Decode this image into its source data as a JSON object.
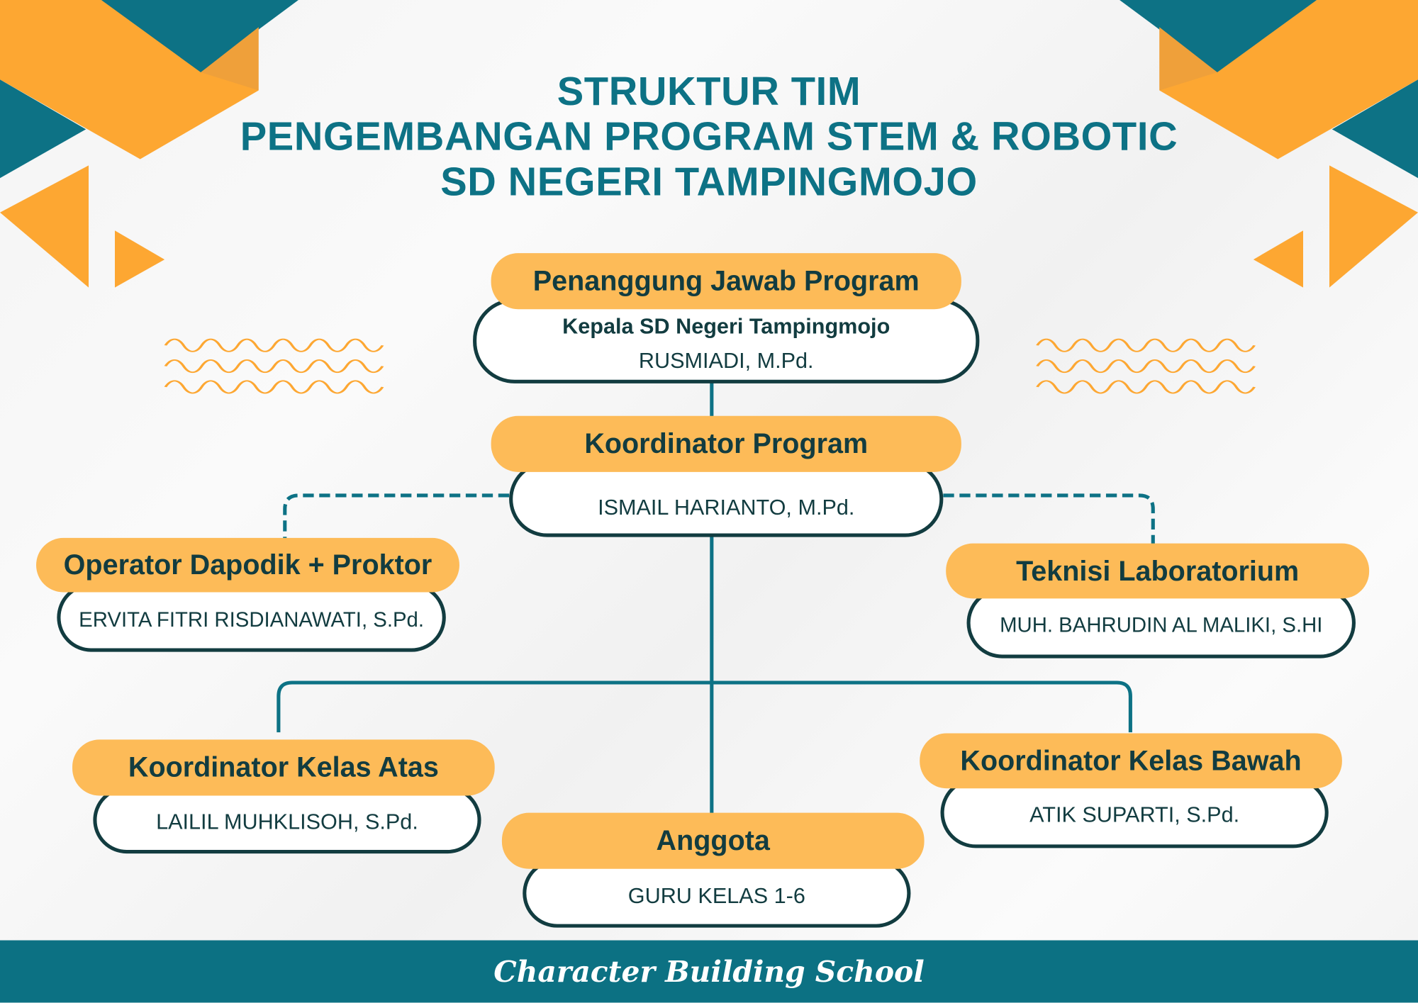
{
  "title": {
    "line1": "STRUKTUR TIM",
    "line2": "PENGEMBANGAN PROGRAM STEM & ROBOTIC",
    "line3": "SD NEGERI TAMPINGMOJO"
  },
  "nodes": {
    "penanggung_jawab": {
      "role": "Penanggung Jawab Program",
      "subtitle": "Kepala SD Negeri Tampingmojo",
      "name": "RUSMIADI, M.Pd."
    },
    "koordinator": {
      "role": "Koordinator Program",
      "name": "ISMAIL HARIANTO, M.Pd."
    },
    "operator": {
      "role": "Operator Dapodik + Proktor",
      "name": "ERVITA FITRI RISDIANAWATI, S.Pd."
    },
    "teknisi": {
      "role": "Teknisi Laboratorium",
      "name": "MUH. BAHRUDIN AL MALIKI, S.HI"
    },
    "kelas_atas": {
      "role": "Koordinator Kelas Atas",
      "name": "LAILIL MUHKLISOH, S.Pd."
    },
    "anggota": {
      "role": "Anggota",
      "name": "GURU KELAS 1-6"
    },
    "kelas_bawah": {
      "role": "Koordinator Kelas Bawah",
      "name": "ATIK SUPARTI, S.Pd."
    }
  },
  "footer": {
    "text": "Character Building School"
  },
  "colors": {
    "teal": "#0d7285",
    "orange": "#fda732",
    "pill": "#fdbb58",
    "dark": "#123c40"
  }
}
